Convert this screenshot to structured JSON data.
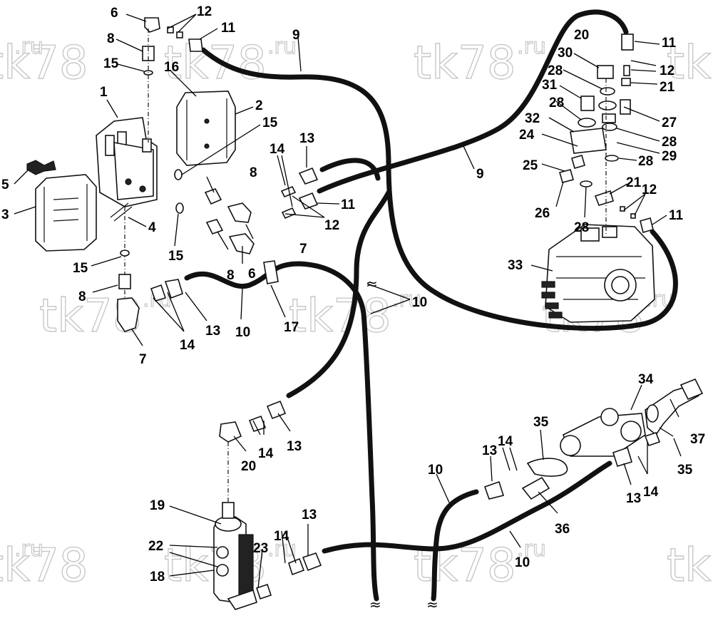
{
  "watermark": {
    "text": "tk78",
    "suffix": ".ru"
  },
  "break_symbol": "≈",
  "callouts": [
    "1",
    "2",
    "3",
    "4",
    "5",
    "6",
    "7",
    "8",
    "9",
    "10",
    "11",
    "12",
    "13",
    "14",
    "15",
    "16",
    "17",
    "18",
    "19",
    "20",
    "21",
    "22",
    "23",
    "24",
    "25",
    "26",
    "27",
    "28",
    "29",
    "30",
    "31",
    "32",
    "33",
    "34",
    "35",
    "36",
    "37"
  ],
  "colors": {
    "ink": "#111111",
    "watermark_outline": "#c8c8c8",
    "background": "#ffffff"
  }
}
